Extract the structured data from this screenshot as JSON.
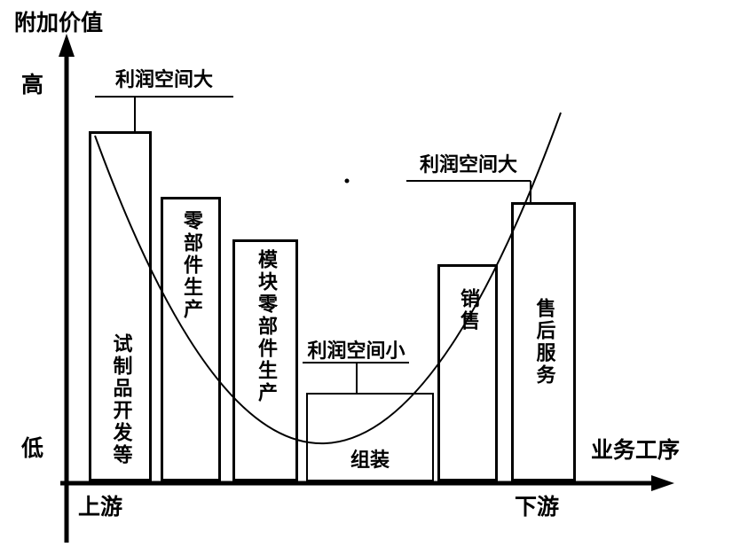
{
  "axes": {
    "y_title": "附加价值",
    "y_high_label": "高",
    "y_low_label": "低",
    "x_title": "业务工序",
    "x_upstream_label": "上游",
    "x_downstream_label": "下游"
  },
  "annotations": {
    "left_profit_large": "利润空间大",
    "right_profit_large": "利润空间大",
    "middle_profit_small": "利润空间小"
  },
  "bars": [
    {
      "label": "试制品开发等"
    },
    {
      "label": "零部件生产"
    },
    {
      "label": "模块零部件生产"
    },
    {
      "label": "组装"
    },
    {
      "label": "销售"
    },
    {
      "label": "售后服务"
    }
  ],
  "chart_data": {
    "type": "bar",
    "categories": [
      "试制品开发等",
      "零部件生产",
      "模块零部件生产",
      "组装",
      "销售",
      "售后服务"
    ],
    "relative_heights": [
      1.0,
      0.81,
      0.69,
      0.25,
      0.62,
      0.8
    ],
    "overlay_curve": "smile-curve (U-shape from upstream high to downstream high)",
    "xlabel": "业务工序",
    "ylabel": "附加价值",
    "x_axis_ends": [
      "上游",
      "下游"
    ],
    "y_axis_ends": [
      "低",
      "高"
    ],
    "annotations": [
      {
        "target": "试制品开发等",
        "text": "利润空间大"
      },
      {
        "target": "组装",
        "text": "利润空间小"
      },
      {
        "target": "售后服务",
        "text": "利润空间大"
      }
    ]
  },
  "colors": {
    "stroke": "#000000",
    "bar_fill": "#ffffff",
    "background": "#ffffff"
  }
}
